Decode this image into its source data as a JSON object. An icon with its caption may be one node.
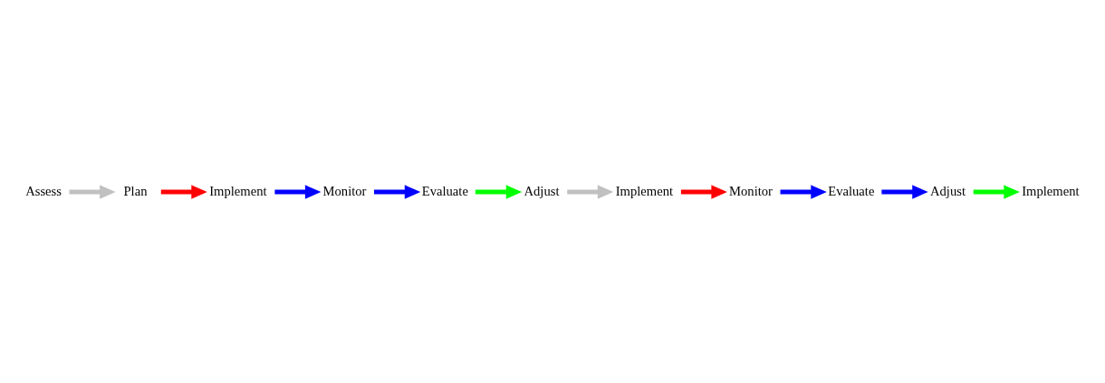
{
  "diagram": {
    "nodes": [
      {
        "text": [
          "Assess"
        ]
      },
      {
        "text": [
          "Plan"
        ]
      },
      {
        "text": [
          "Monitor"
        ]
      },
      {
        "text": [
          "Evaluate"
        ]
      },
      {
        "text": [
          "Implement"
        ]
      },
      {
        "text": [
          "Adjust"
        ]
      },
      {
        "text": [
          "Implement"
        ]
      },
      {
        "text": [
          "Evaluate"
        ]
      },
      {
        "text": [
          "Adjust"
        ]
      },
      {
        "text": [
          "Monitor"
        ]
      },
      {
        "text": [
          "Implement"
        ]
      }
    ],
    "edges": [
      {
        "from": 0,
        "to": 1,
        "arrow": "to",
        "color": "#c0c0c0"
      },
      {
        "from": 2,
        "to": 3,
        "arrow": "to"
      },
      {
        "from": 4,
        "to": 2,
        "arrow": "to"
      },
      {
        "from": 3,
        "to": 5,
        "arrow": "to",
        "color": "#00ff00"
      },
      {
        "from": 1,
        "to": 4,
        "arrow": "to",
        "color": "#ff0000"
      },
      {
        "from": 5,
        "to": 6,
        "arrow": "to",
        "color": "#c0c0c0"
      },
      {
        "from": 7,
        "to": 8,
        "arrow": "to"
      },
      {
        "from": 9,
        "to": 7,
        "arrow": "to"
      },
      {
        "from": 8,
        "to": 10,
        "arrow": "to",
        "color": "#00ff00"
      },
      {
        "from": 6,
        "to": 9,
        "arrow": "to",
        "color": "#ff0000"
      }
    ]
  }
}
